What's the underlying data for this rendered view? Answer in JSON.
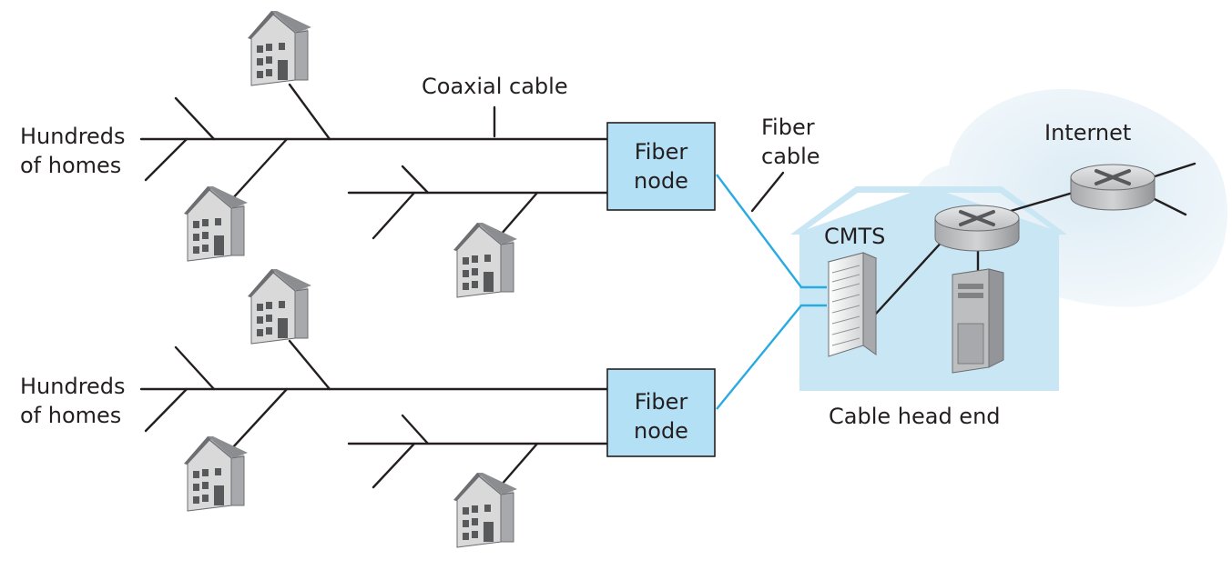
{
  "labels": {
    "hundreds_of_homes_top_1": "Hundreds",
    "hundreds_of_homes_top_2": "of homes",
    "hundreds_of_homes_bottom_1": "Hundreds",
    "hundreds_of_homes_bottom_2": "of homes",
    "coaxial_cable": "Coaxial cable",
    "fiber_cable_1": "Fiber",
    "fiber_cable_2": "cable",
    "fiber_node_top_1": "Fiber",
    "fiber_node_top_2": "node",
    "fiber_node_bottom_1": "Fiber",
    "fiber_node_bottom_2": "node",
    "cmts": "CMTS",
    "internet": "Internet",
    "cable_head_end": "Cable head end"
  },
  "colors": {
    "fiber_line": "#29abe2",
    "fiber_node_fill": "#b3e0f5",
    "head_end_fill": "#c9e6f5",
    "internet_cloud": "#e6f1f7",
    "wire": "#231f20"
  },
  "icons": [
    "house-icon",
    "router-icon",
    "cmts-rack-icon",
    "server-tower-icon"
  ]
}
